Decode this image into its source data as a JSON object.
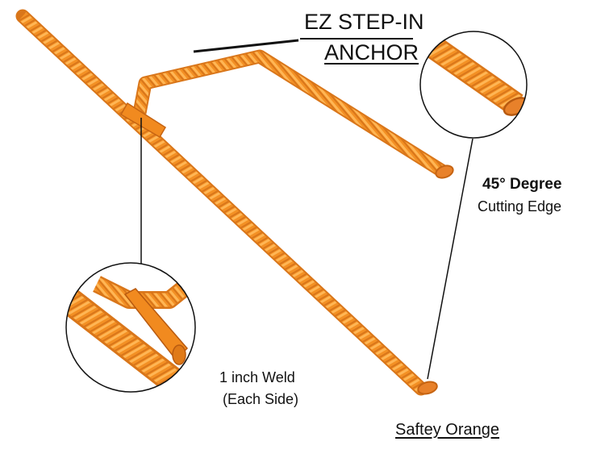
{
  "labels": {
    "product_name_line1": "EZ STEP-IN",
    "product_name_line2": "ANCHOR",
    "edge_line1": "45° Degree",
    "edge_line2": "Cutting Edge",
    "weld_line1": "1 inch Weld",
    "weld_line2": "(Each Side)",
    "color_label": "Saftey Orange"
  },
  "colors": {
    "rebar_orange": "#f5952a",
    "rebar_shadow": "#d9761a",
    "rebar_highlight": "#ffc266",
    "callout_line": "#111111",
    "text": "#111111"
  }
}
